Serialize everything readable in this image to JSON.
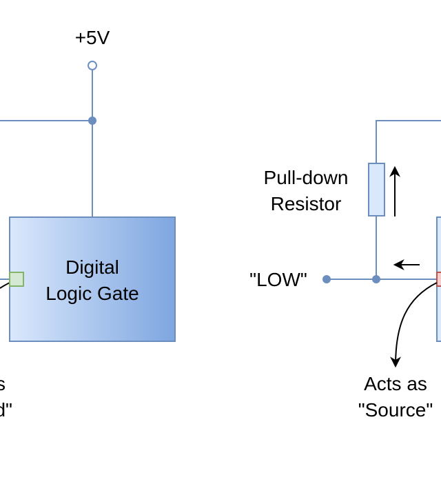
{
  "colors": {
    "wire": "#6c8ebf",
    "gate_fill_start": "#dae8fc",
    "gate_fill_end": "#7ea6e0",
    "resistor_fill": "#dae8fc",
    "input_pin_fill": "#d5e8d4",
    "input_pin_stroke": "#82b366",
    "output_pin_fill": "#f8cecc",
    "output_pin_stroke": "#b85450",
    "text": "#000000"
  },
  "left_circuit": {
    "supply_label": "+5V",
    "gate_label_line1": "Digital",
    "gate_label_line2": "Logic Gate",
    "note_line1_fragment": "s",
    "note_line2_fragment": "d\""
  },
  "right_circuit": {
    "resistor_label_line1": "Pull-down",
    "resistor_label_line2": "Resistor",
    "output_label": "\"LOW\"",
    "note_line1": "Acts as",
    "note_line2": "\"Source\""
  }
}
